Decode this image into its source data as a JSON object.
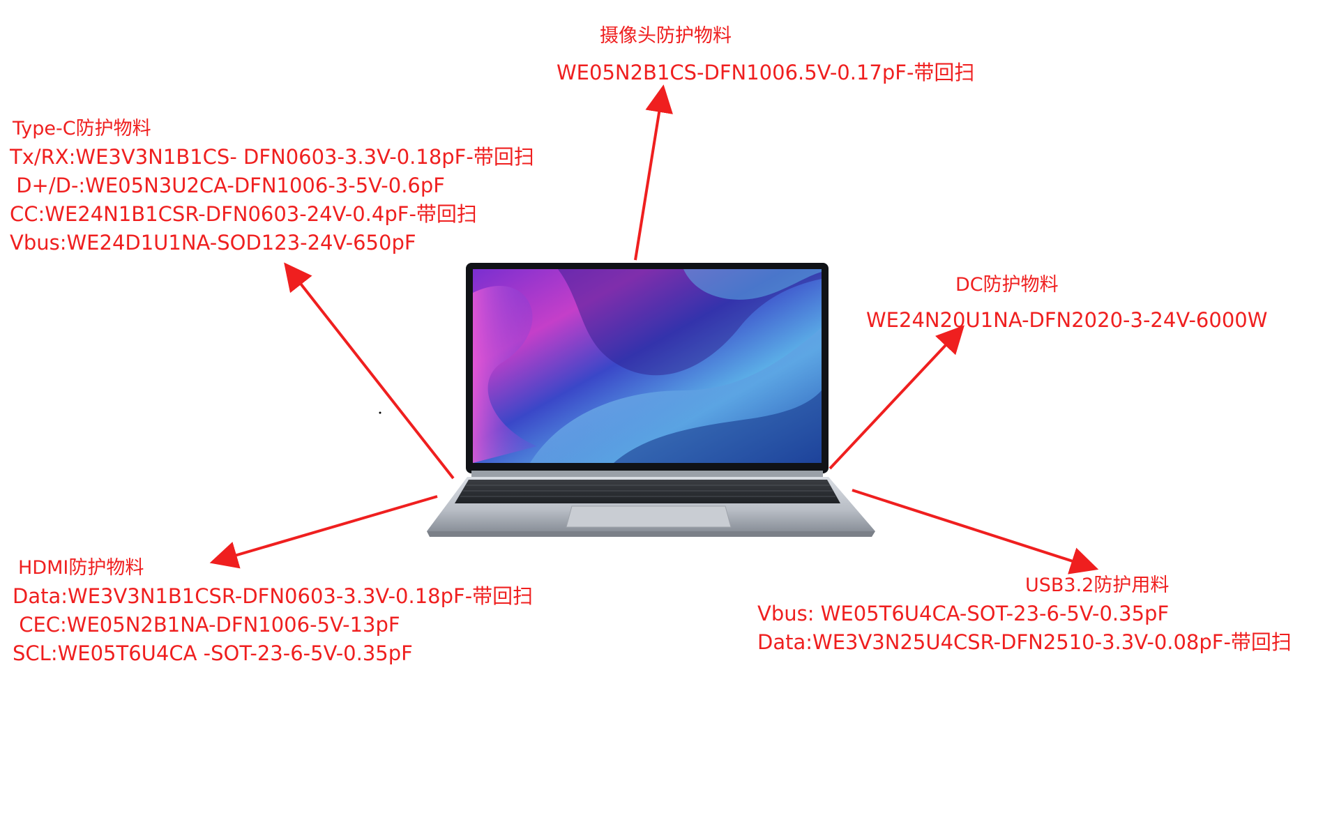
{
  "colors": {
    "label": "#ef1f1f",
    "arrow": "#ef1f1f",
    "background": "#ffffff"
  },
  "callouts": {
    "camera": {
      "title": "摄像头防护物料",
      "lines": [
        "WE05N2B1CS-DFN1006.5V-0.17pF-带回扫"
      ]
    },
    "typec": {
      "title": "Type-C防护物料",
      "lines": [
        "Tx/RX:WE3V3N1B1CS- DFN0603-3.3V-0.18pF-带回扫",
        " D+/D-:WE05N3U2CA-DFN1006-3-5V-0.6pF",
        "CC:WE24N1B1CSR-DFN0603-24V-0.4pF-带回扫",
        "Vbus:WE24D1U1NA-SOD123-24V-650pF"
      ]
    },
    "dc": {
      "title": "DC防护物料",
      "lines": [
        "WE24N20U1NA-DFN2020-3-24V-6000W"
      ]
    },
    "hdmi": {
      "title": "HDMI防护物料",
      "lines": [
        "Data:WE3V3N1B1CSR-DFN0603-3.3V-0.18pF-带回扫",
        " CEC:WE05N2B1NA-DFN1006-5V-13pF",
        "SCL:WE05T6U4CA -SOT-23-6-5V-0.35pF"
      ]
    },
    "usb": {
      "title": "USB3.2防护用料",
      "lines": [
        "Vbus: WE05T6U4CA-SOT-23-6-5V-0.35pF",
        "Data:WE3V3N25U4CSR-DFN2510-3.3V-0.08pF-带回扫"
      ]
    }
  },
  "icons": {
    "device": "laptop-icon",
    "pointer": "arrow-icon"
  }
}
